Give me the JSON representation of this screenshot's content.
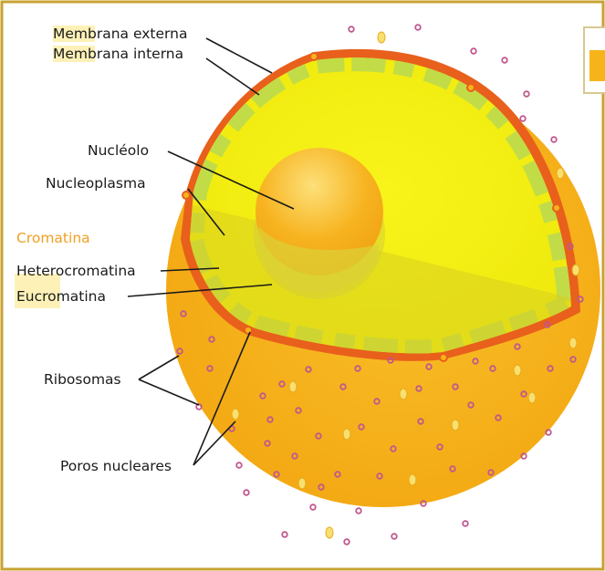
{
  "labels": {
    "membrana_externa": "Membrana externa",
    "membrana_interna": "Membrana interna",
    "nucleolo": "Nucléolo",
    "nucleoplasma": "Nucleoplasma",
    "cromatina": "Cromatina",
    "heterocromatina": "Heterocromatina",
    "eucromatina": "Eucromatina",
    "ribosomas": "Ribosomas",
    "poros_nucleares": "Poros nucleares"
  },
  "colors": {
    "frame_border": "#c8a232",
    "cytoplasm": "#f7b41a",
    "nucleoplasm": "#f4ee10",
    "heterochromatin": "#c2dc48",
    "envelope": "#e8601c",
    "nucleolus": "#f6ac10",
    "ribosome": "#c0588e",
    "highlight": "#fdf1b8",
    "cromatina_label": "#f0a020"
  }
}
